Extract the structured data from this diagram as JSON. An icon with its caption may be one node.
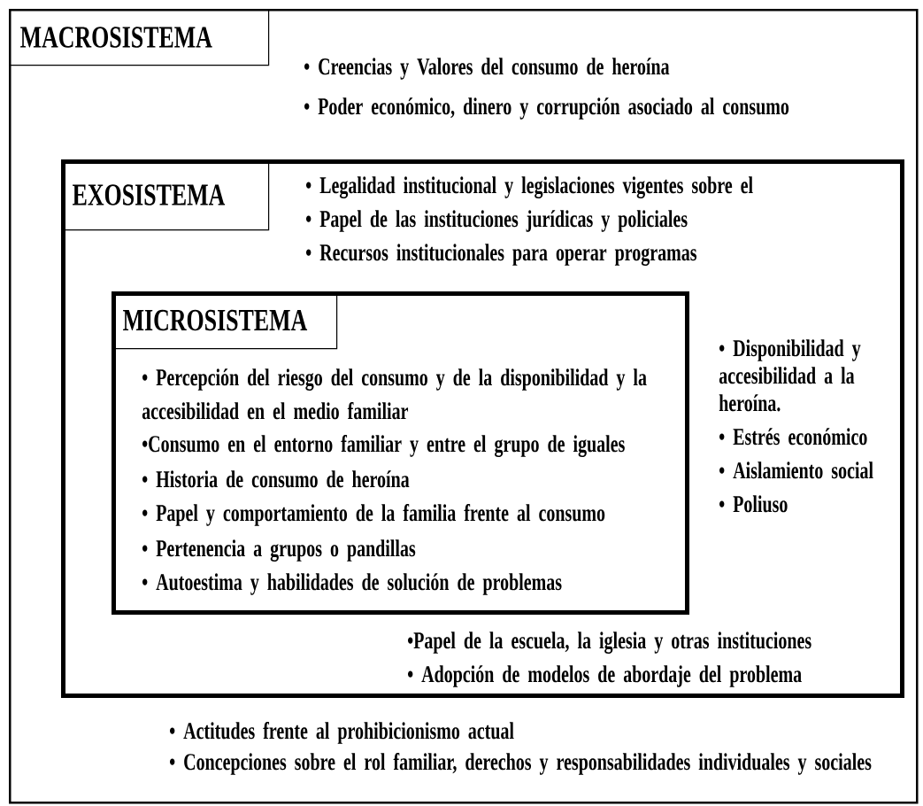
{
  "diagram": {
    "nodes": [
      {
        "text": [
          "• Creencias y Valores del consumo de heroína",
          "• Poder económico, dinero y corrupción asociado al consumo",
          "• Actitudes frente al prohibicionismo actual",
          "• Concepciones sobre el rol familiar, derechos y responsabilidades individuales y sociales"
        ]
      },
      {
        "text": [
          "MACROSISTEMA"
        ],
        "in": 0
      },
      {
        "text": [
          "• Legalidad institucional y legislaciones vigentes sobre el",
          "• Papel de las instituciones jurídicas y policiales",
          "• Recursos institucionales para operar programas",
          "• Disponibilidad y accesibilidad a la heroína.",
          "• Estrés económico",
          "• Aislamiento social",
          "• Poliuso",
          "•Papel de la escuela, la iglesia y otras instituciones",
          "• Adopción de modelos de abordaje del problema"
        ],
        "in": 0
      },
      {
        "text": [
          "EXOSISTEMA"
        ],
        "in": 2
      },
      {
        "text": [
          "• Percepción del riesgo del consumo y de la disponibilidad y la accesibilidad en el medio familiar",
          "•Consumo en el entorno familiar y entre el grupo de iguales",
          "• Historia de consumo de heroína",
          "• Papel y comportamiento de la familia frente al consumo",
          "• Pertenencia a grupos o pandillas",
          "• Autoestima y habilidades de solución de problemas"
        ],
        "in": 2
      },
      {
        "text": [
          "MICROSISTEMA"
        ],
        "in": 4
      }
    ]
  }
}
